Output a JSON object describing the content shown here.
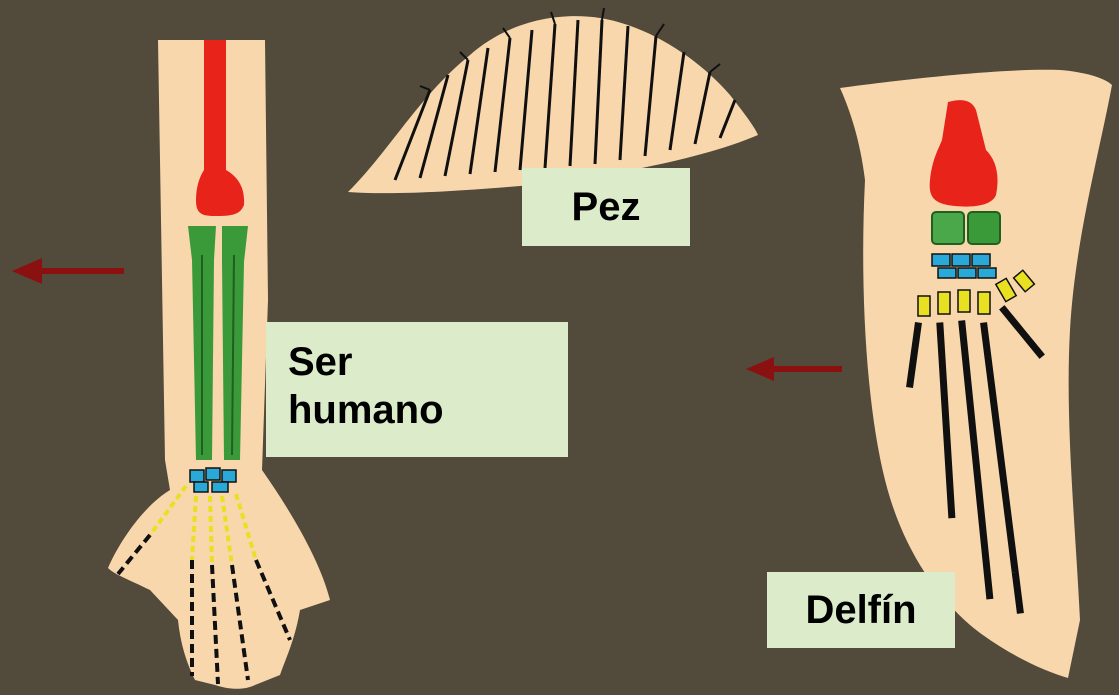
{
  "labels": {
    "fish": "Pez",
    "human": "Ser\nhumano",
    "dolphin": "Delfín"
  },
  "colors": {
    "background": "#524a3b",
    "skin": "#f8d7ad",
    "humerus": "#e8231a",
    "radius_ulna": "#3a9a3a",
    "carpals": "#2aa8d8",
    "metacarpals": "#e8e020",
    "phalanges": "#101010",
    "arrow": "#8b1010",
    "label_box": "#dcecca"
  },
  "icons": [
    "arrow-left-icon",
    "arrow-left-icon"
  ]
}
